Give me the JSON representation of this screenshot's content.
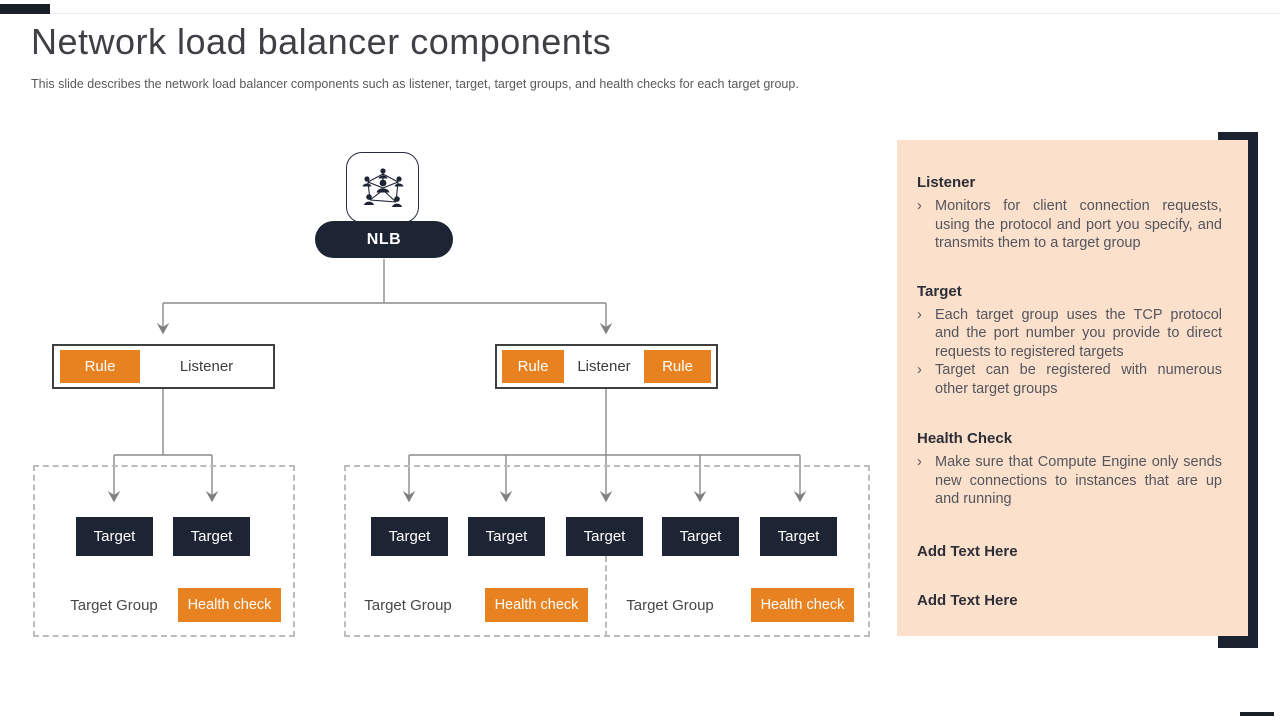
{
  "slide": {
    "title": "Network load balancer components",
    "subtitle": "This slide describes the network load balancer components such as listener, target, target groups, and health checks for each target group."
  },
  "diagram": {
    "nlb_label": "NLB",
    "rule_label": "Rule",
    "listener_label": "Listener",
    "target_label": "Target",
    "target_group_label": "Target Group",
    "health_check_label": "Health check"
  },
  "panel": {
    "bullet_marker": "›",
    "sections": [
      {
        "heading": "Listener",
        "bullets": [
          "Monitors for client connection requests, using the protocol and port you specify, and transmits them to a target group"
        ]
      },
      {
        "heading": "Target",
        "bullets": [
          "Each target group uses the TCP protocol and the port number you provide to direct requests to registered targets",
          "Target can be registered with numerous other target groups"
        ]
      },
      {
        "heading": "Health Check",
        "bullets": [
          "Make sure that Compute Engine only sends new connections to instances that are up and running"
        ]
      },
      {
        "heading": "Add Text Here",
        "bullets": []
      },
      {
        "heading": "Add Text Here",
        "bullets": []
      }
    ]
  },
  "colors": {
    "accent_orange": "#e8811f",
    "dark_navy": "#1d2433",
    "panel_peach": "#fbe0cb",
    "shadow_navy": "#1b2330",
    "line_gray": "#8a8a8a"
  }
}
